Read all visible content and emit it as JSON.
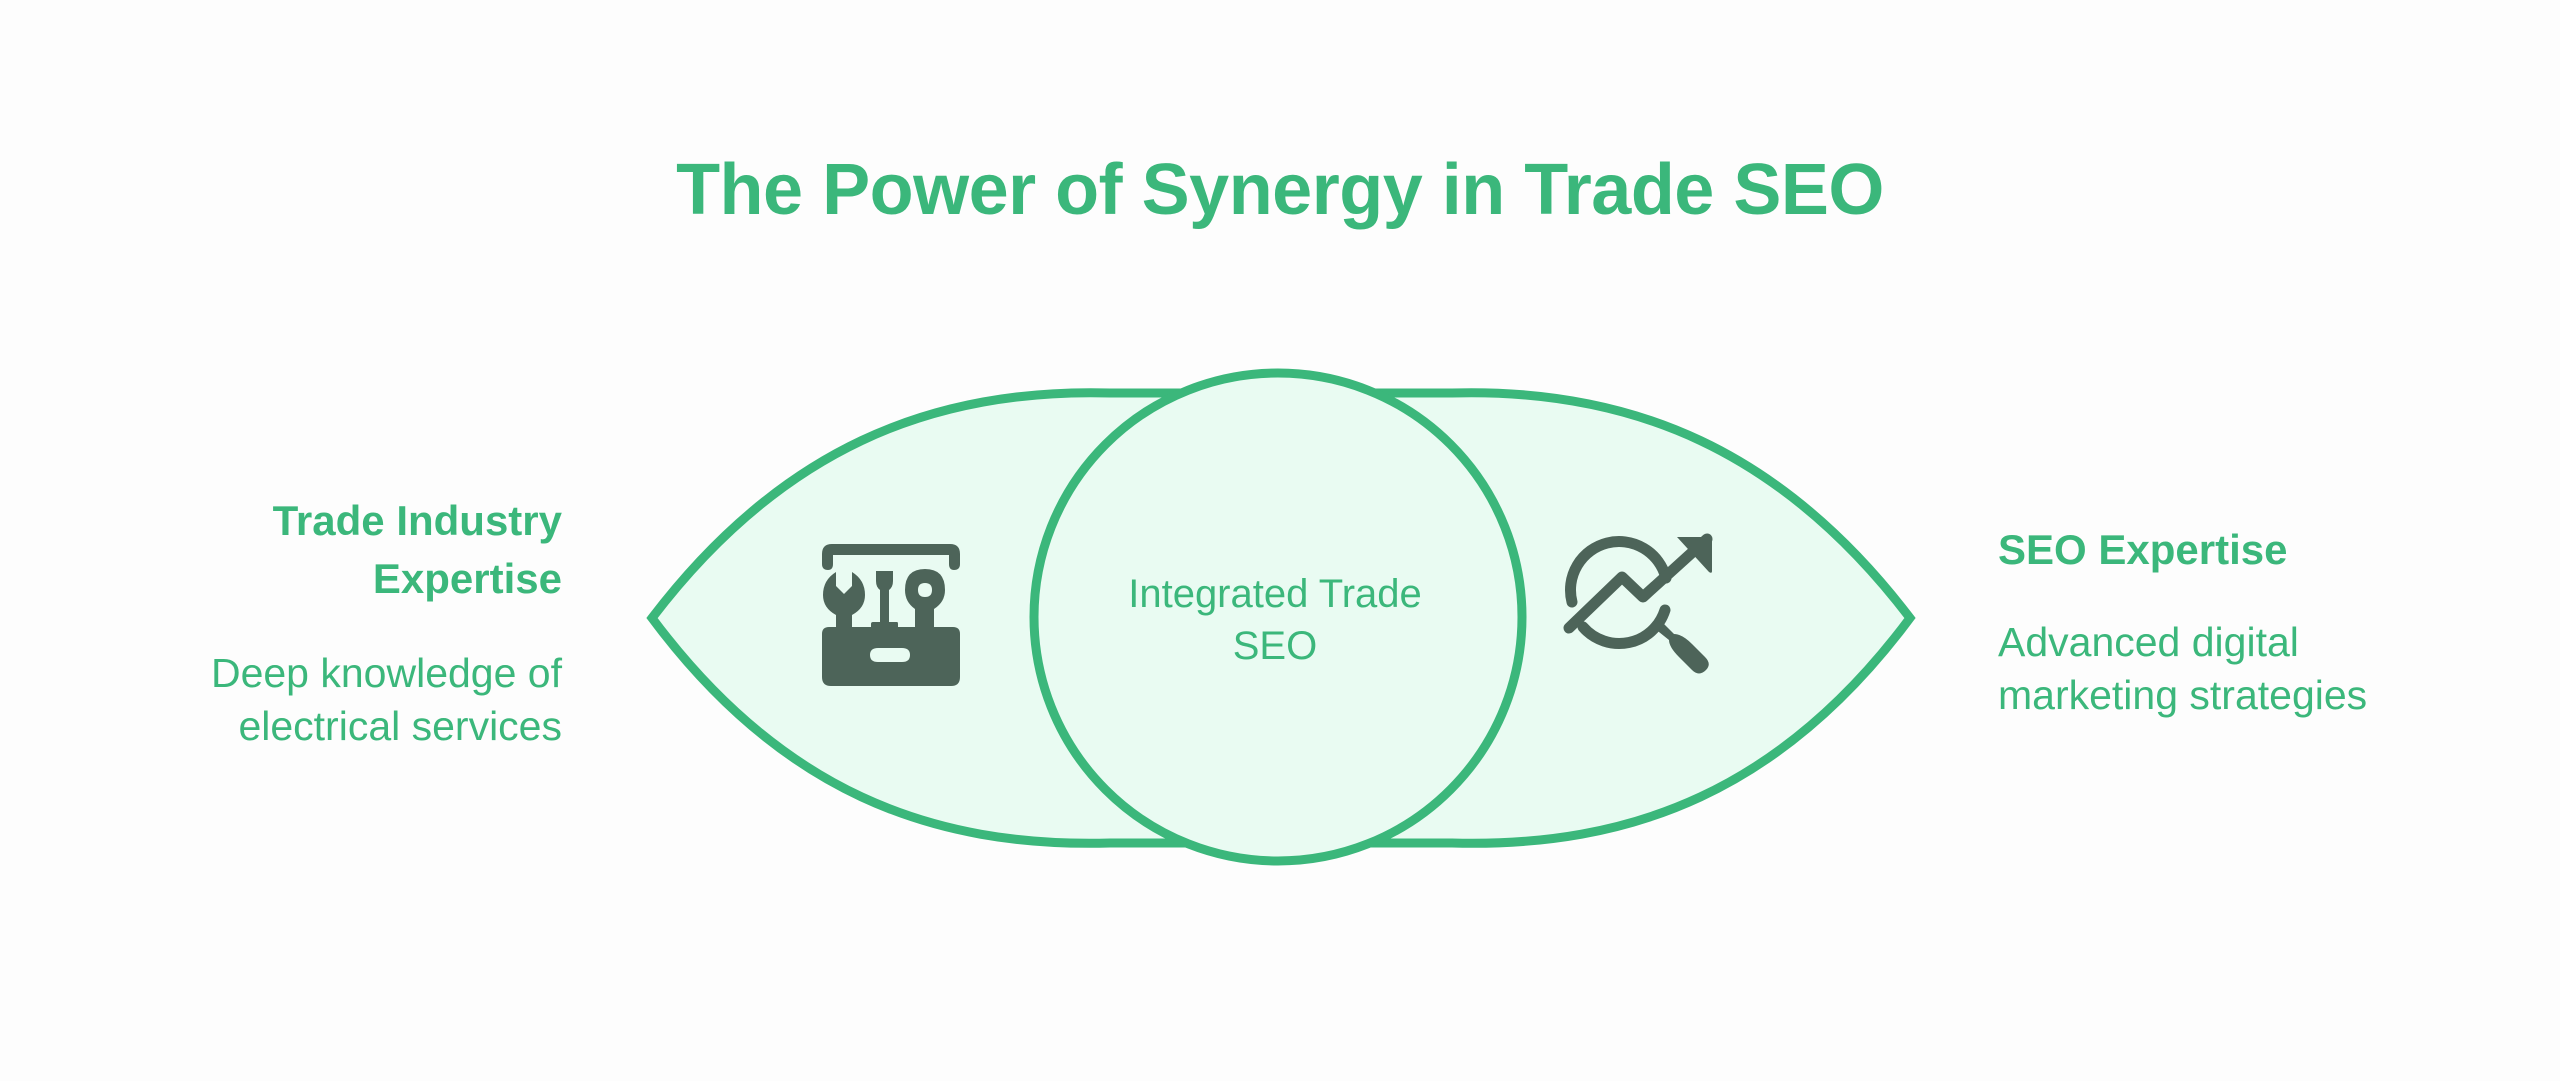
{
  "title": "The Power of Synergy in Trade SEO",
  "colors": {
    "accent": "#3bb77b",
    "fill": "#e9fbf2",
    "icon": "#4d6459",
    "background": "#fdfdfd"
  },
  "left": {
    "heading_line1": "Trade Industry",
    "heading_line2": "Expertise",
    "desc_line1": "Deep knowledge of",
    "desc_line2": "electrical services",
    "icon": "toolbox-icon"
  },
  "center": {
    "label_line1": "Integrated Trade",
    "label_line2": "SEO"
  },
  "right": {
    "heading": "SEO Expertise",
    "desc_line1": "Advanced digital",
    "desc_line2": "marketing strategies",
    "icon": "seo-analytics-icon"
  }
}
